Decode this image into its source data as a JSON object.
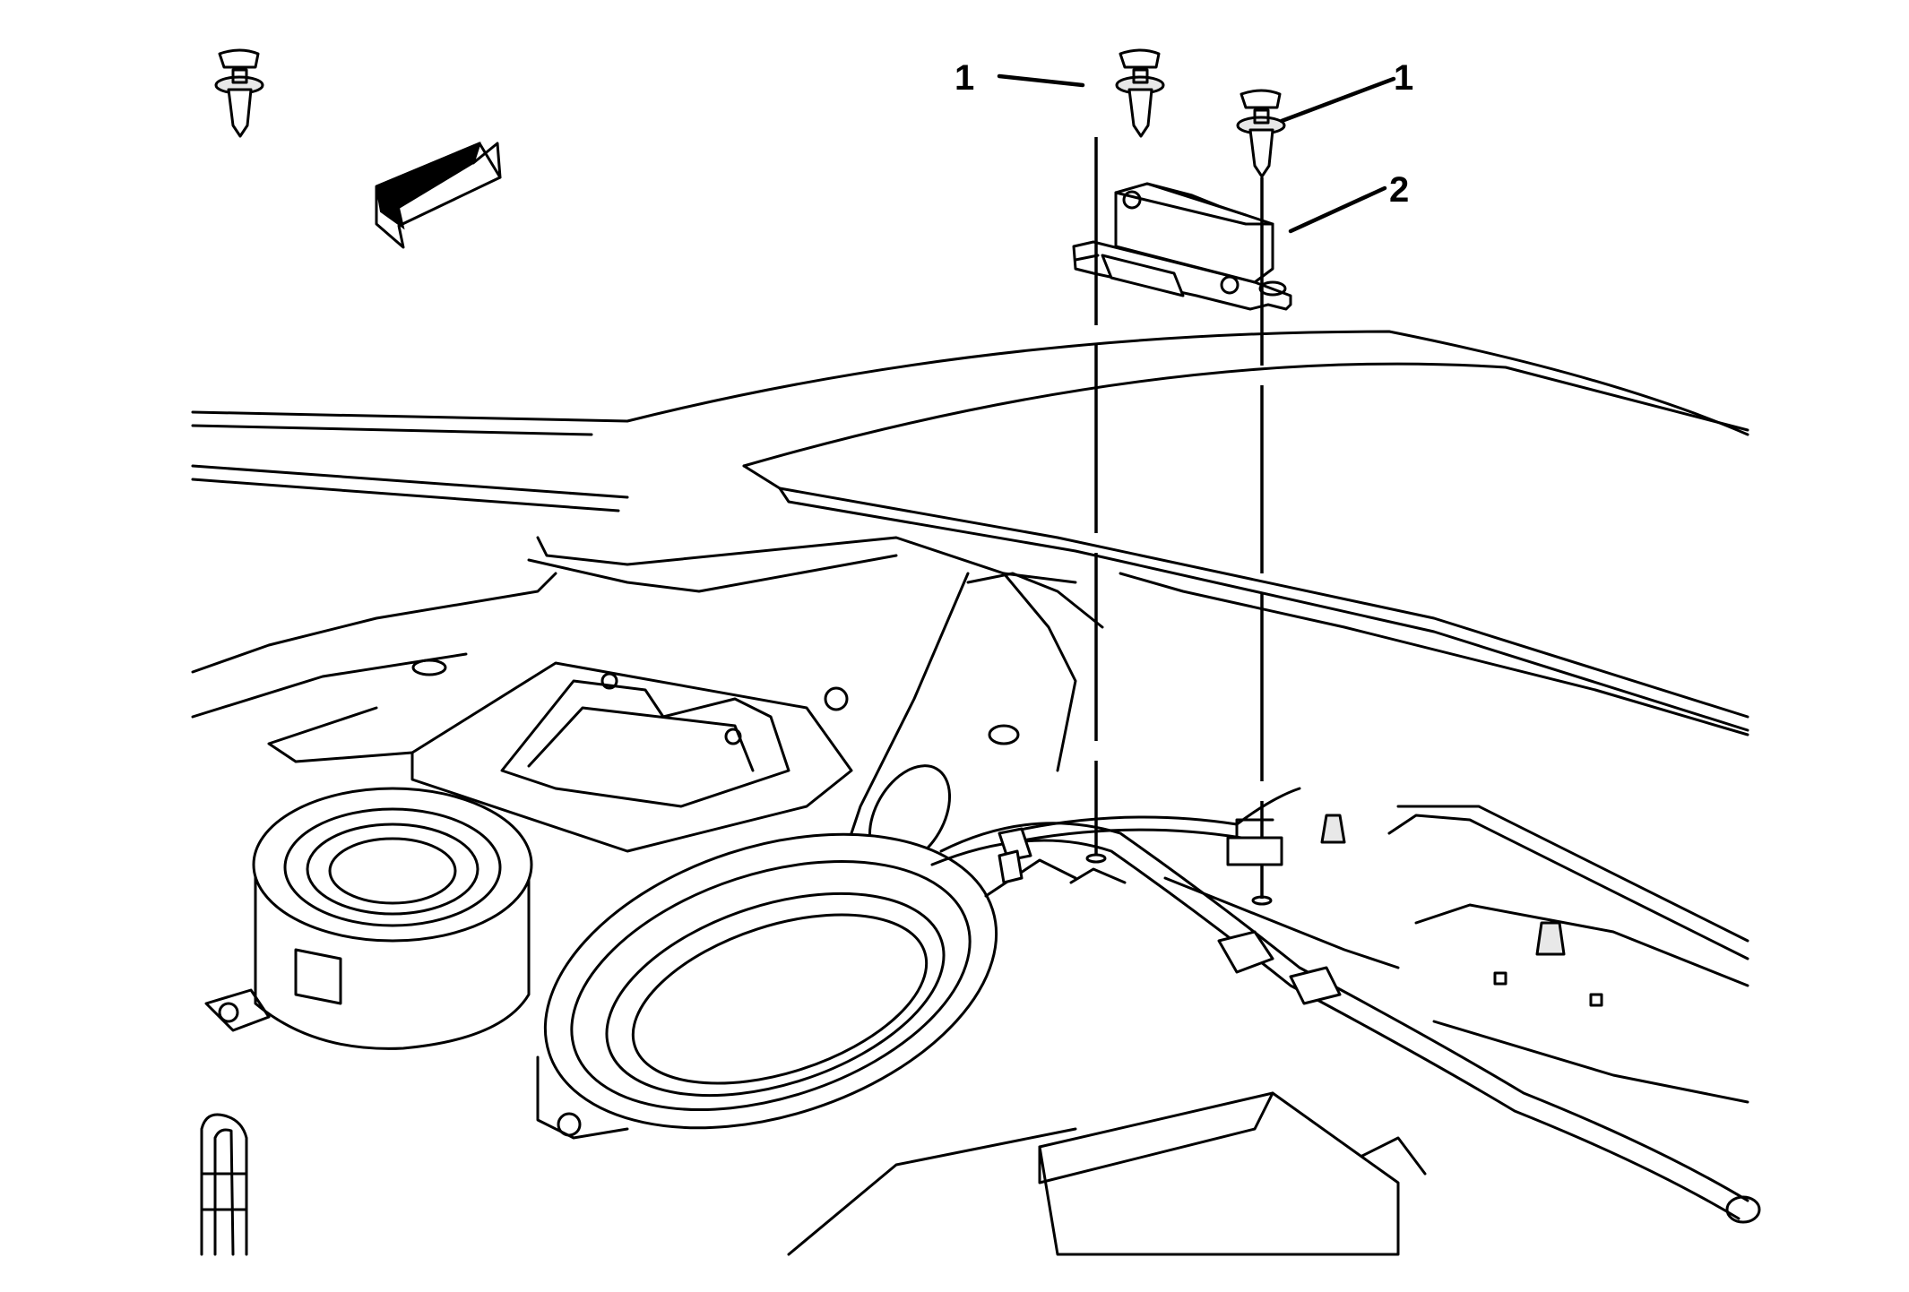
{
  "callouts": [
    {
      "id": "1",
      "label": "1"
    },
    {
      "id": "1b",
      "label": "1"
    },
    {
      "id": "2",
      "label": "2"
    }
  ],
  "colors": {
    "ink": "#000000",
    "paper": "#ffffff"
  },
  "icons": [
    "direction-arrow-icon"
  ]
}
